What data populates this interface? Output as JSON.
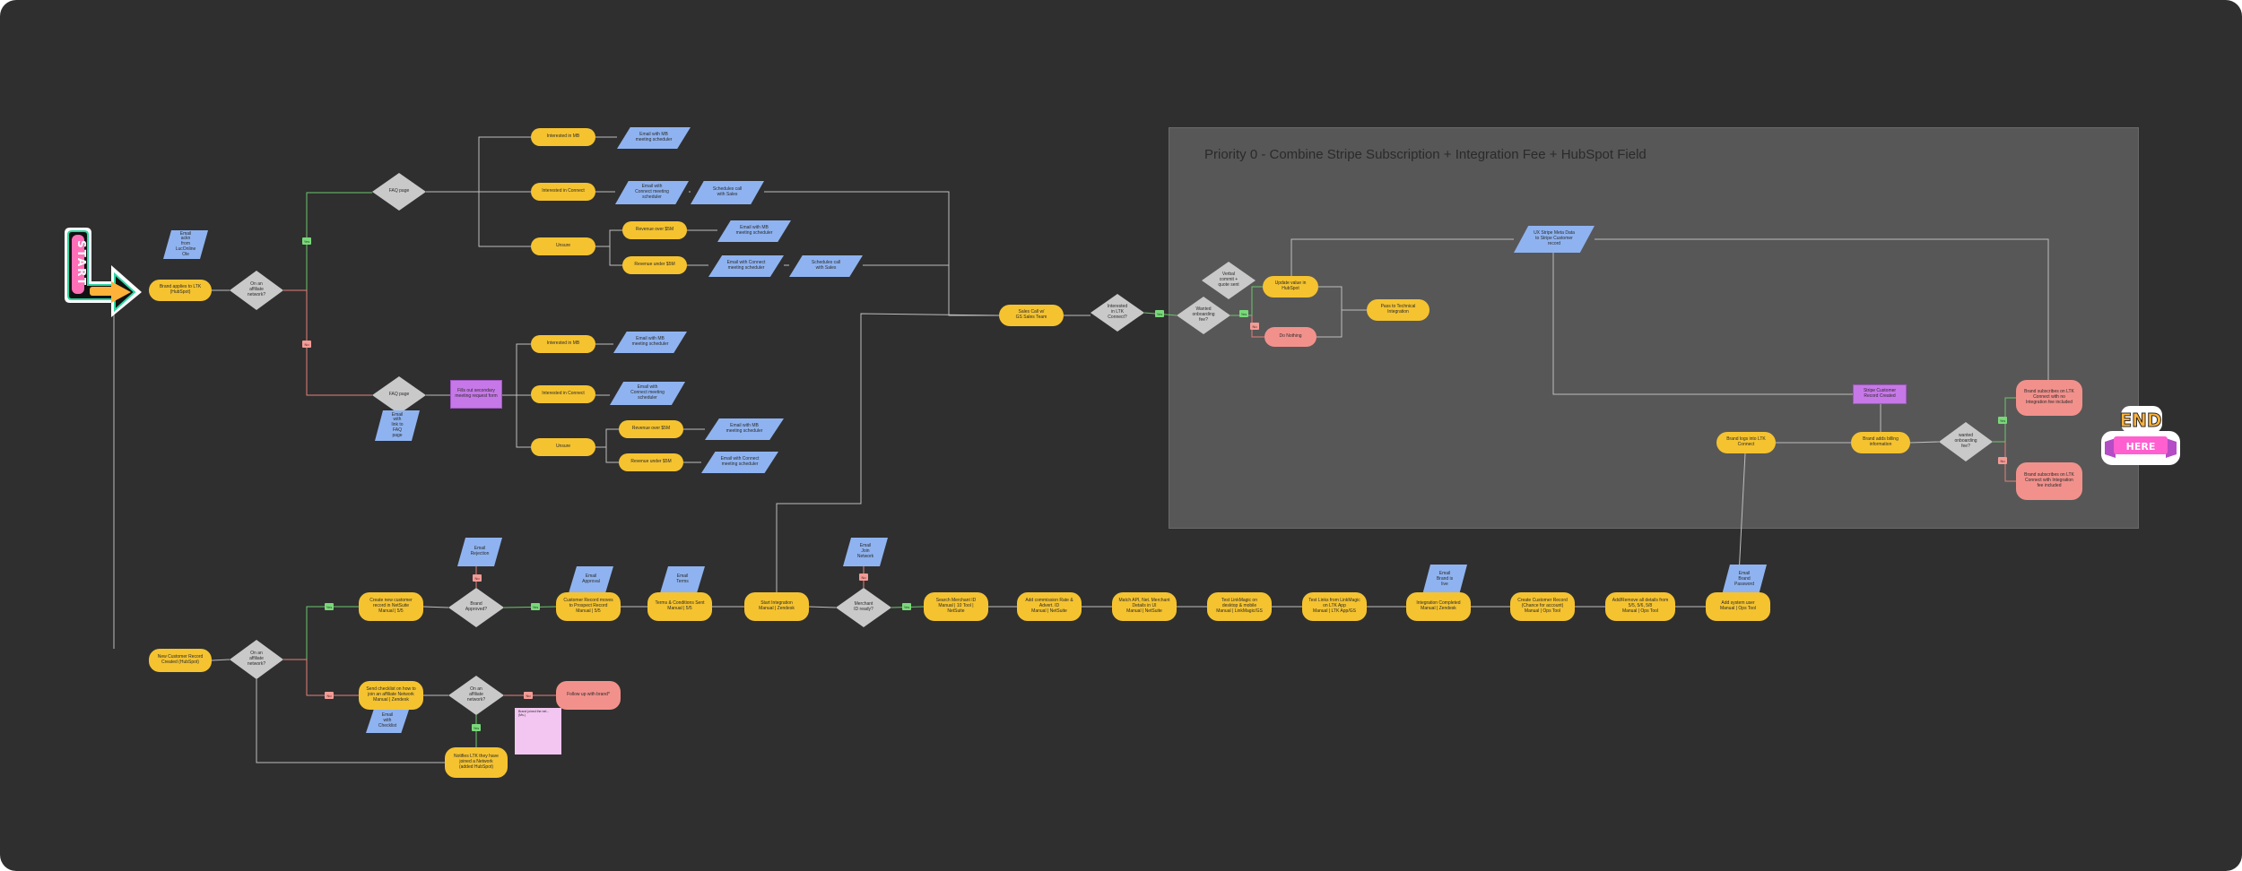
{
  "colors": {
    "canvas": "#2f2f2f",
    "group": "#575757",
    "pill": "#f5c330",
    "red": "#f2918c",
    "para": "#8fb3f0",
    "diamond": "#c9c9c9",
    "purple": "#c778e8",
    "note": "#f2c6f0",
    "edge_neutral": "#bdbdbd",
    "edge_yes": "#6cc46c",
    "edge_no": "#e57f7a"
  },
  "group": {
    "title": "Priority 0 - Combine Stripe Subscription + Integration Fee + HubSpot Field"
  },
  "stickers": {
    "start": "START",
    "end_top": "END",
    "end_bottom": "HERE"
  },
  "badges": {
    "yes": "Yes",
    "no": "No"
  },
  "nodes": {
    "brand_applies": "Brand applies to LTK\n(HubSpot)",
    "email_ack": "Email ackn\nfrom\nLucOnline\nOle",
    "on_affiliate_top": "On an\naffiliate\nnetwork?",
    "fire_page_top": "FAQ page",
    "interested_mb": "Interested in MB",
    "email_mb_top": "Email with MB\nmeeting scheduler",
    "interested_connect": "Interested in Connect",
    "email_connect_top": "Email with\nConnect meeting\nscheduler",
    "schedule_sales_top": "Schedules call\nwith Sales",
    "unsure_top": "Unsure",
    "revenue_over_top": "Revenue over $5M",
    "email_mb_top2": "Email with MB\nmeeting scheduler",
    "revenue_under_top": "Revenue under $5M",
    "email_connect_top2": "Email with Connect\nmeeting scheduler",
    "schedule_sales_top2": "Schedules call\nwith Sales",
    "faq_page_bottom": "FAQ page",
    "email_faq_link": "Email with\nlink to FAQ\npage",
    "fill_form": "Fills out secondary\nmeeting request form",
    "interested_mb_b": "Interested in MB",
    "email_mb_b": "Email with MB\nmeeting scheduler",
    "interested_connect_b": "Interested in Connect",
    "email_connect_b": "Email with\nConnect meeting\nscheduler",
    "unsure_b": "Unsure",
    "revenue_over_b": "Revenue over $5M",
    "email_mb_b2": "Email with MB\nmeeting scheduler",
    "revenue_under_b": "Revenue under $5M",
    "email_connect_b2": "Email with Connect\nmeeting scheduler",
    "sales_call": "Sales Call w/\nGS Sales Team",
    "interested_ltk": "Interested\nin LTK\nConnect?",
    "wanted_onboarding": "Wanted\nonboarding\nfee?",
    "verbal_commit": "Verbal\ncommit +\nquote sent",
    "update_hubspot": "Update value in\nHubSpot",
    "do_nothing": "Do Nothing",
    "pass_technical": "Pass to Technical\nIntegration",
    "ux_stripe": "UX Stripe Meta Data\nto Stripe Customer\nrecord",
    "brand_logs_in": "Brand logs into LTK\nConnect",
    "brand_billing": "Brand adds billing\ninformation",
    "stripe_record": "Stripe Customer\nRecord Created",
    "wanted_onboarding2": "wanted\nonboarding\nfee?",
    "subscribes_with": "Brand subscribes on LTK\nConnect with no\nIntegration fee included",
    "subscribes_without": "Brand subscribes on LTK\nConnect with Integration\nfee included",
    "new_customer": "New Customer Record\nCreated (HubSpot)",
    "on_affiliate_bottom": "On an\naffiliate\nnetwork?",
    "create_customer": "Create new customer\nrecord in NetSuite\nManual | 5/5",
    "email_rejection": "Email\nRejection",
    "brand_approved": "Brand\nApproved?",
    "email_approval": "Email\nApproval",
    "customer_record": "Customer Record moves\nto Prospect Record\nManual | 5/5",
    "email_terms": "Email\nTerms",
    "terms_sent": "Terms & Conditions Sent\nManual | 5/5",
    "start_integration": "Start Integration\nManual | Zendesk",
    "email_join": "Email Join\nNetwork",
    "merchant_ready": "Merchant\nID ready?",
    "search_merchant": "Search Merchant ID\nManual | 10 Tool |\nNetSuite",
    "add_commission": "Add commission Rate &\nAdvert. ID\nManual | NetSuite",
    "match_api": "Match API, Net. Merchant\nDetails in UI\nManual | NetSuite",
    "test_linkmagic": "Test LinkMagic on\ndesktop & mobile\nManual | LinkMagic/GS",
    "test_links": "Test Links from LinkMagic\non LTK App\nManual | LTK App/GS",
    "email_brand_live": "Email\nBrand is\nlive",
    "integration_complete": "Integration Completed\nManual | Zendesk",
    "create_customer_record": "Create Customer Record\n(Chance for account)\nManual | Ops Tool",
    "add_remove_details": "Add/Remove all details from\n5/5, 5/6, 5/8\nManual | Ops Tool",
    "email_brand_password": "Email\nBrand\nPassword",
    "add_system_user": "Add system user\nManual | Ops Tool",
    "send_checklist": "Send checklist on how to\njoin an affiliate Network\nManual | Zendesk",
    "email_checklist": "Email with\nChecklist",
    "on_affiliate_network": "On an\naffiliate\nnetwork?",
    "follow_up": "Follow up with brand*",
    "notifies_ltk": "Notifies LTK they have\njoined a Network\n(added HubSpot)",
    "sticky_note": "Brand joined the net...\n(Ms.)"
  }
}
